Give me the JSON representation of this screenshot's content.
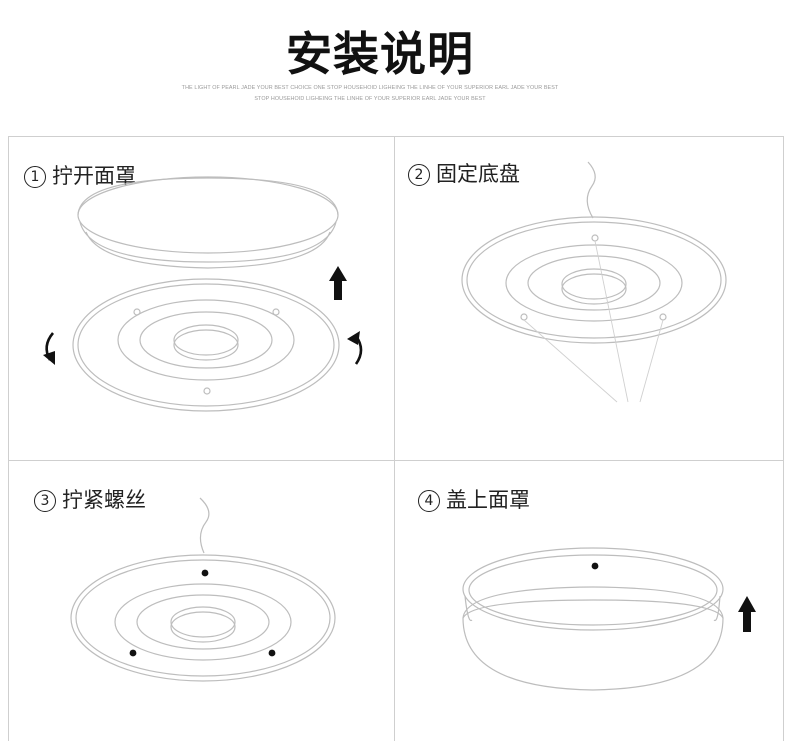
{
  "page": {
    "title": "安装说明",
    "subtitle_line1": "THE LIGHT OF PEARL JADE YOUR BEST CHOICE ONE STOP HOUSEHOID LIGHEING THE LINHE OF YOUR SUPERIOR EARL JADE YOUR BEST",
    "subtitle_line2": "STOP HOUSEHOID LIGHEING THE LINHE OF YOUR SUPERIOR EARL JADE YOUR BEST"
  },
  "steps": [
    {
      "number": "1",
      "label": "拧开面罩"
    },
    {
      "number": "2",
      "label": "固定底盘"
    },
    {
      "number": "3",
      "label": "拧紧螺丝"
    },
    {
      "number": "4",
      "label": "盖上面罩"
    }
  ],
  "icons": {
    "arrow_up": "up-arrow-icon",
    "rotate_left": "rotate-left-arrow-icon",
    "rotate_right": "rotate-right-arrow-icon"
  }
}
